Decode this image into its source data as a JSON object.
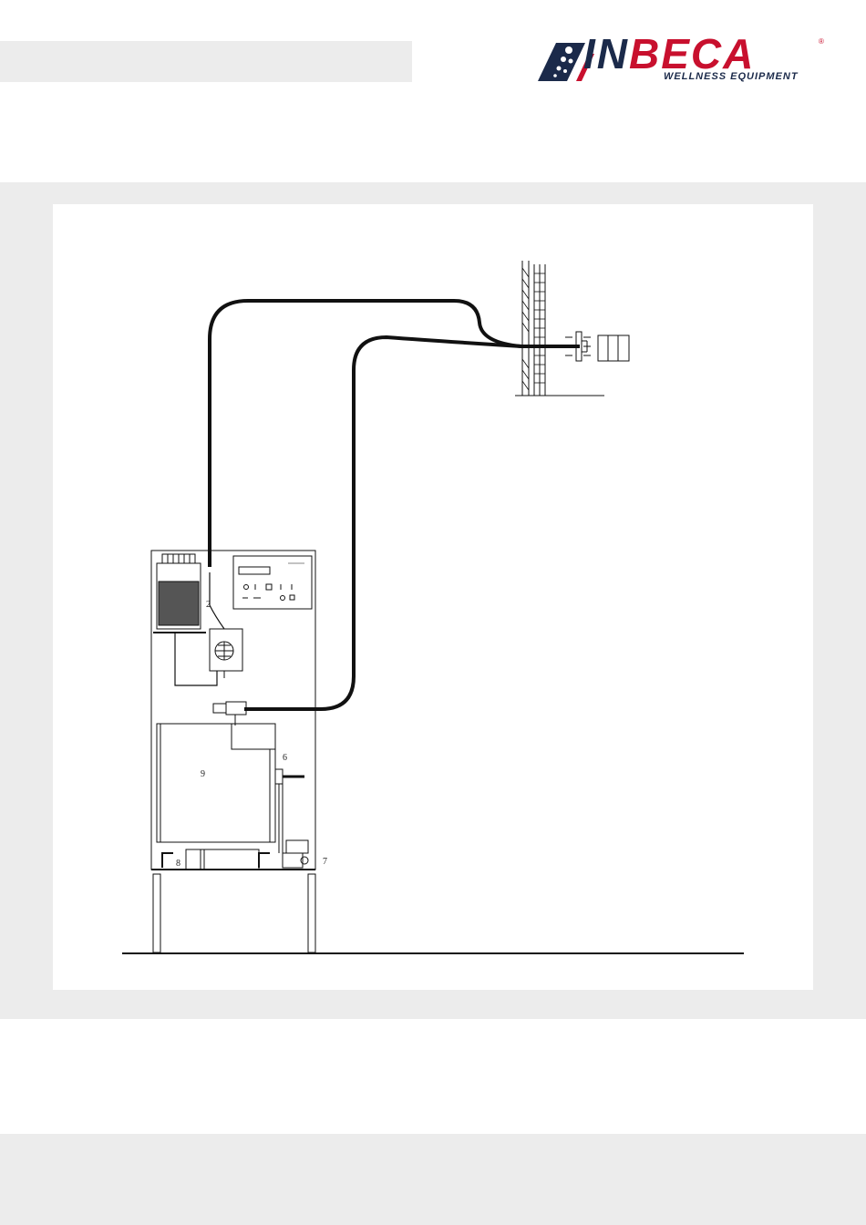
{
  "brand": {
    "logo_text_dark": "IN",
    "logo_text_red": "BECA",
    "tagline": "WELLNESS EQUIPMENT",
    "registered": "®"
  },
  "diagram": {
    "callouts": {
      "c2": "2",
      "c6": "6",
      "c7": "7",
      "c8": "8",
      "c9": "9"
    },
    "colors": {
      "line": "#111111",
      "panel": "#ececec"
    }
  }
}
